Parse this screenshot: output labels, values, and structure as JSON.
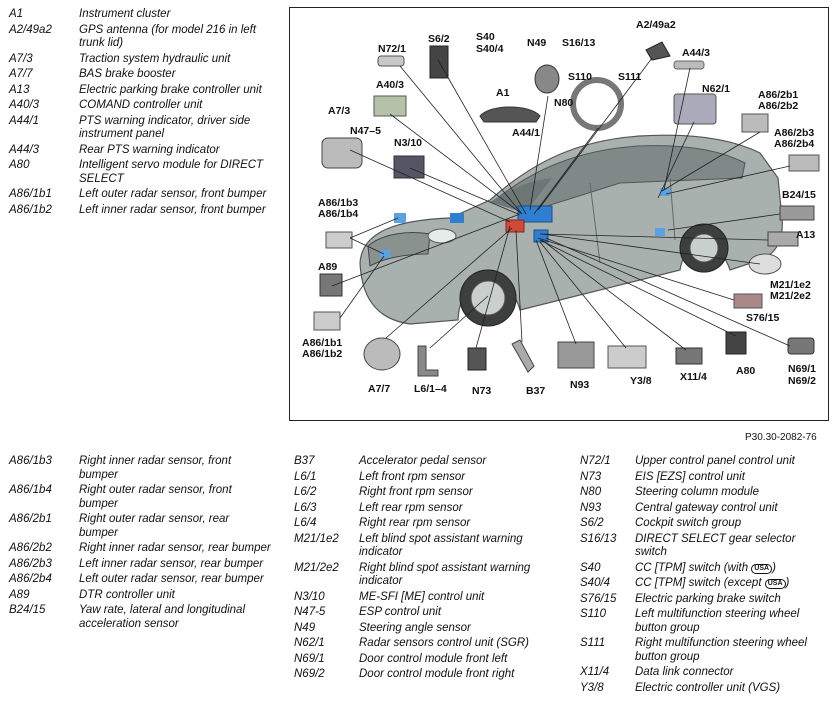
{
  "legend_top": [
    {
      "code": "A1",
      "desc": "Instrument cluster"
    },
    {
      "code": "A2/49a2",
      "desc": "GPS antenna (for model 216 in left trunk lid)"
    },
    {
      "code": "A7/3",
      "desc": "Traction system hydraulic unit"
    },
    {
      "code": "A7/7",
      "desc": "BAS brake booster"
    },
    {
      "code": "A13",
      "desc": "Electric parking brake controller unit"
    },
    {
      "code": "A40/3",
      "desc": "COMAND controller unit"
    },
    {
      "code": "A44/1",
      "desc": "PTS warning indicator, driver side instrument panel"
    },
    {
      "code": "A44/3",
      "desc": "Rear PTS warning indicator"
    },
    {
      "code": "A80",
      "desc": "Intelligent servo module for DIRECT SELECT"
    },
    {
      "code": "A86/1b1",
      "desc": "Left outer radar sensor, front bumper"
    },
    {
      "code": "A86/1b2",
      "desc": "Left inner radar sensor, front bumper"
    }
  ],
  "legend_col1": [
    {
      "code": "A86/1b3",
      "desc": "Right inner radar sensor, front bumper"
    },
    {
      "code": "A86/1b4",
      "desc": "Right outer radar sensor, front bumper"
    },
    {
      "code": "A86/2b1",
      "desc": "Right outer radar sensor, rear bumper"
    },
    {
      "code": "A86/2b2",
      "desc": "Right inner radar sensor, rear bumper"
    },
    {
      "code": "A86/2b3",
      "desc": "Left inner radar sensor, rear bumper"
    },
    {
      "code": "A86/2b4",
      "desc": "Left outer radar sensor, rear bumper"
    },
    {
      "code": "A89",
      "desc": "DTR controller unit"
    },
    {
      "code": "B24/15",
      "desc": "Yaw rate, lateral and longitudinal acceleration sensor"
    }
  ],
  "legend_col2": [
    {
      "code": "B37",
      "desc": "Accelerator pedal sensor"
    },
    {
      "code": "L6/1",
      "desc": "Left front rpm sensor"
    },
    {
      "code": "L6/2",
      "desc": "Right front rpm sensor"
    },
    {
      "code": "L6/3",
      "desc": "Left rear rpm sensor"
    },
    {
      "code": "L6/4",
      "desc": "Right rear rpm sensor"
    },
    {
      "code": "M21/1e2",
      "desc": "Left blind spot assistant warning indicator"
    },
    {
      "code": "M21/2e2",
      "desc": "Right blind spot assistant warning indicator"
    },
    {
      "code": "N3/10",
      "desc": "ME-SFI [ME] control unit"
    },
    {
      "code": "N47-5",
      "desc": "ESP control unit"
    },
    {
      "code": "N49",
      "desc": "Steering angle sensor"
    },
    {
      "code": "N62/1",
      "desc": "Radar sensors control unit (SGR)"
    },
    {
      "code": "N69/1",
      "desc": "Door control module front left"
    },
    {
      "code": "N69/2",
      "desc": "Door control module front right"
    }
  ],
  "legend_col3": [
    {
      "code": "N72/1",
      "desc": "Upper control panel control unit"
    },
    {
      "code": "N73",
      "desc": "EIS [EZS] control unit"
    },
    {
      "code": "N80",
      "desc": "Steering column module"
    },
    {
      "code": "N93",
      "desc": "Central gateway control unit"
    },
    {
      "code": "S6/2",
      "desc": "Cockpit switch group"
    },
    {
      "code": "S16/13",
      "desc": "DIRECT SELECT gear selector switch"
    },
    {
      "code": "S40",
      "desc": "CC [TPM] switch (with",
      "badge": "USA",
      "suffix": ")"
    },
    {
      "code": "S40/4",
      "desc": "CC [TPM] switch (except",
      "badge": "USA",
      "suffix": ")"
    },
    {
      "code": "S76/15",
      "desc": "Electric parking brake switch"
    },
    {
      "code": "S110",
      "desc": "Left multifunction steering wheel button group"
    },
    {
      "code": "S111",
      "desc": "Right multifunction steering wheel button group"
    },
    {
      "code": "X11/4",
      "desc": "Data link connector"
    },
    {
      "code": "Y3/8",
      "desc": "Electric controller unit (VGS)"
    }
  ],
  "figure_reference": "P30.30-2082-76",
  "callouts": [
    "N72/1",
    "S6/2",
    "S40",
    "S40/4",
    "N49",
    "S16/13",
    "A2/49a2",
    "A44/3",
    "A40/3",
    "A1",
    "S110",
    "S111",
    "N80",
    "N62/1",
    "A86/2b1",
    "A86/2b2",
    "A7/3",
    "N47–5",
    "N3/10",
    "A44/1",
    "A86/2b3",
    "A86/2b4",
    "B24/15",
    "A86/1b3",
    "A86/1b4",
    "A13",
    "A89",
    "M21/1e2",
    "M21/2e2",
    "S76/15",
    "A86/1b1",
    "A86/1b2",
    "N69/1",
    "N69/2",
    "A7/7",
    "L6/1–4",
    "N73",
    "B37",
    "N93",
    "Y3/8",
    "X11/4",
    "A80"
  ]
}
